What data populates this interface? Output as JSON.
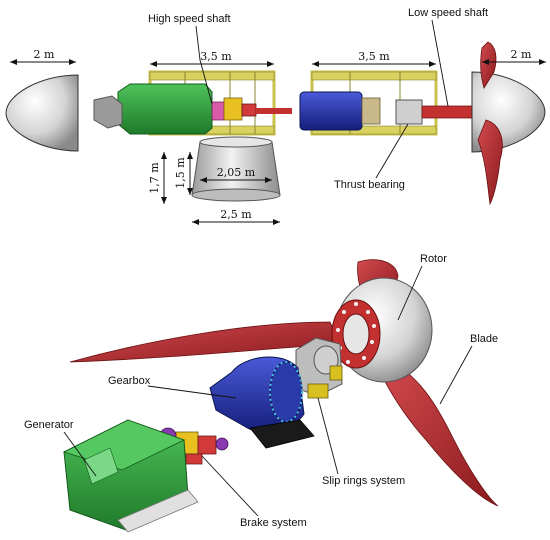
{
  "top_view": {
    "labels": {
      "high_speed_shaft": "High speed shaft",
      "low_speed_shaft": "Low speed shaft",
      "thrust_bearing": "Thrust bearing"
    },
    "dimensions": {
      "hub_width_left": "2 m",
      "hub_width_right": "2 m",
      "frame1_length": "3,5 m",
      "frame2_length": "3,5 m",
      "height_outer": "1,7 m",
      "height_inner": "1,5 m",
      "tower_top_width": "2,05 m",
      "tower_base_width": "2,5 m"
    }
  },
  "iso_view": {
    "labels": {
      "rotor": "Rotor",
      "blade": "Blade",
      "gearbox": "Gearbox",
      "generator": "Generator",
      "slip_rings": "Slip rings system",
      "brake": "Brake system"
    }
  },
  "colors": {
    "generator": "#2f9e3a",
    "gearbox": "#2233aa",
    "blade": "#b0262a",
    "hub": "#d8d8d8",
    "frame": "#c9c24a"
  }
}
